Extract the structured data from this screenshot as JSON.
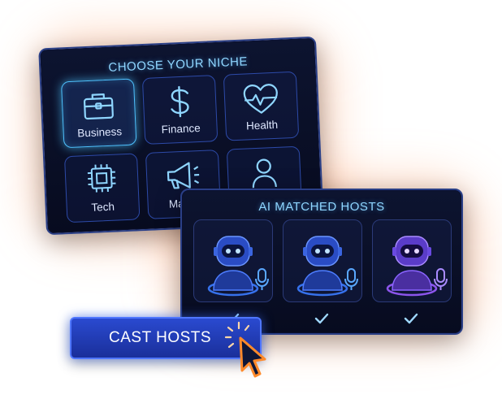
{
  "niche_panel": {
    "title": "CHOOSE YOUR NICHE",
    "tiles": [
      {
        "label": "Business",
        "icon": "briefcase-icon",
        "selected": true
      },
      {
        "label": "Finance",
        "icon": "dollar-icon",
        "selected": false
      },
      {
        "label": "Health",
        "icon": "heart-pulse-icon",
        "selected": false
      },
      {
        "label": "Tech",
        "icon": "chip-icon",
        "selected": false
      },
      {
        "label": "Marke",
        "icon": "megaphone-icon",
        "selected": false
      },
      {
        "label": "",
        "icon": "person-icon",
        "selected": false
      }
    ]
  },
  "hosts_panel": {
    "title": "AI MATCHED HOSTS",
    "hosts": [
      {
        "icon": "robot-host-icon",
        "checked": true,
        "accent": "#3b7bff"
      },
      {
        "icon": "robot-host-icon",
        "checked": true,
        "accent": "#3b7bff"
      },
      {
        "icon": "robot-host-icon",
        "checked": true,
        "accent": "#9a5cff"
      }
    ]
  },
  "cast_button": {
    "label": "CAST HOSTS",
    "icon": "cursor-click-icon"
  },
  "colors": {
    "panel_bg": "#0b1230",
    "border": "#2a3f86",
    "accent_cyan": "#4fc3ff",
    "accent_blue": "#3b7bff",
    "accent_purple": "#9a5cff",
    "cursor_orange": "#ff8a2a"
  }
}
